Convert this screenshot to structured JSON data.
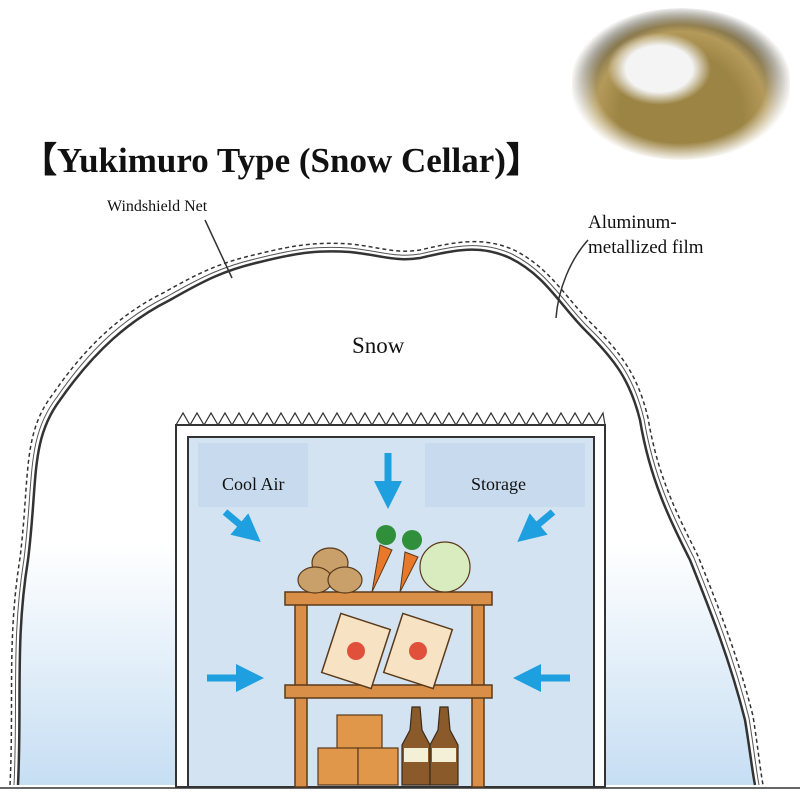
{
  "title": "【Yukimuro Type (Snow Cellar)】",
  "labels": {
    "windshield_net": "Windshield Net",
    "aluminum_film_line1": "Aluminum-",
    "aluminum_film_line2": "metallized film",
    "snow": "Snow",
    "cool_air": "Cool Air",
    "storage": "Storage"
  },
  "colors": {
    "arrow": "#1e9fe0",
    "cellar_fill": "#d4e3f1",
    "shelf": "#d98f47",
    "snow_bottom": "#cfe3f4"
  },
  "photo": "snow-cellar-construction-photo"
}
